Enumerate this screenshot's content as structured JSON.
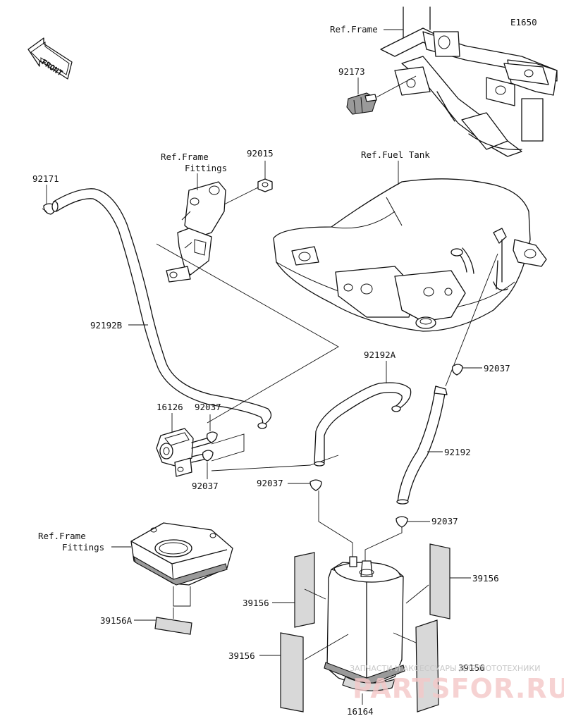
{
  "diagram_code": "E1650",
  "front_label": "FRONT",
  "labels": {
    "ref_frame_top": "Ref.Frame",
    "p92173": "92173",
    "ref_frame_fittings_top_1": "Ref.Frame",
    "ref_frame_fittings_top_2": "Fittings",
    "p92015": "92015",
    "ref_fuel_tank": "Ref.Fuel Tank",
    "p92171": "92171",
    "p92192B": "92192B",
    "p92192A": "92192A",
    "p92037_a": "92037",
    "p16126": "16126",
    "p92037_b": "92037",
    "p92037_c": "92037",
    "p92192": "92192",
    "p92037_d": "92037",
    "p92037_e": "92037",
    "ref_frame_fittings_bottom_1": "Ref.Frame",
    "ref_frame_fittings_bottom_2": "Fittings",
    "p39156_a": "39156",
    "p39156_b": "39156",
    "p39156A": "39156A",
    "p39156_c": "39156",
    "p39156_d": "39156",
    "p16164": "16164"
  },
  "watermark": {
    "small": "ЗАПЧАСТИ И АКСЕССУАРЫ ДЛЯ МОТОТЕХНИКИ",
    "big": "PARTSFOR.RU"
  }
}
